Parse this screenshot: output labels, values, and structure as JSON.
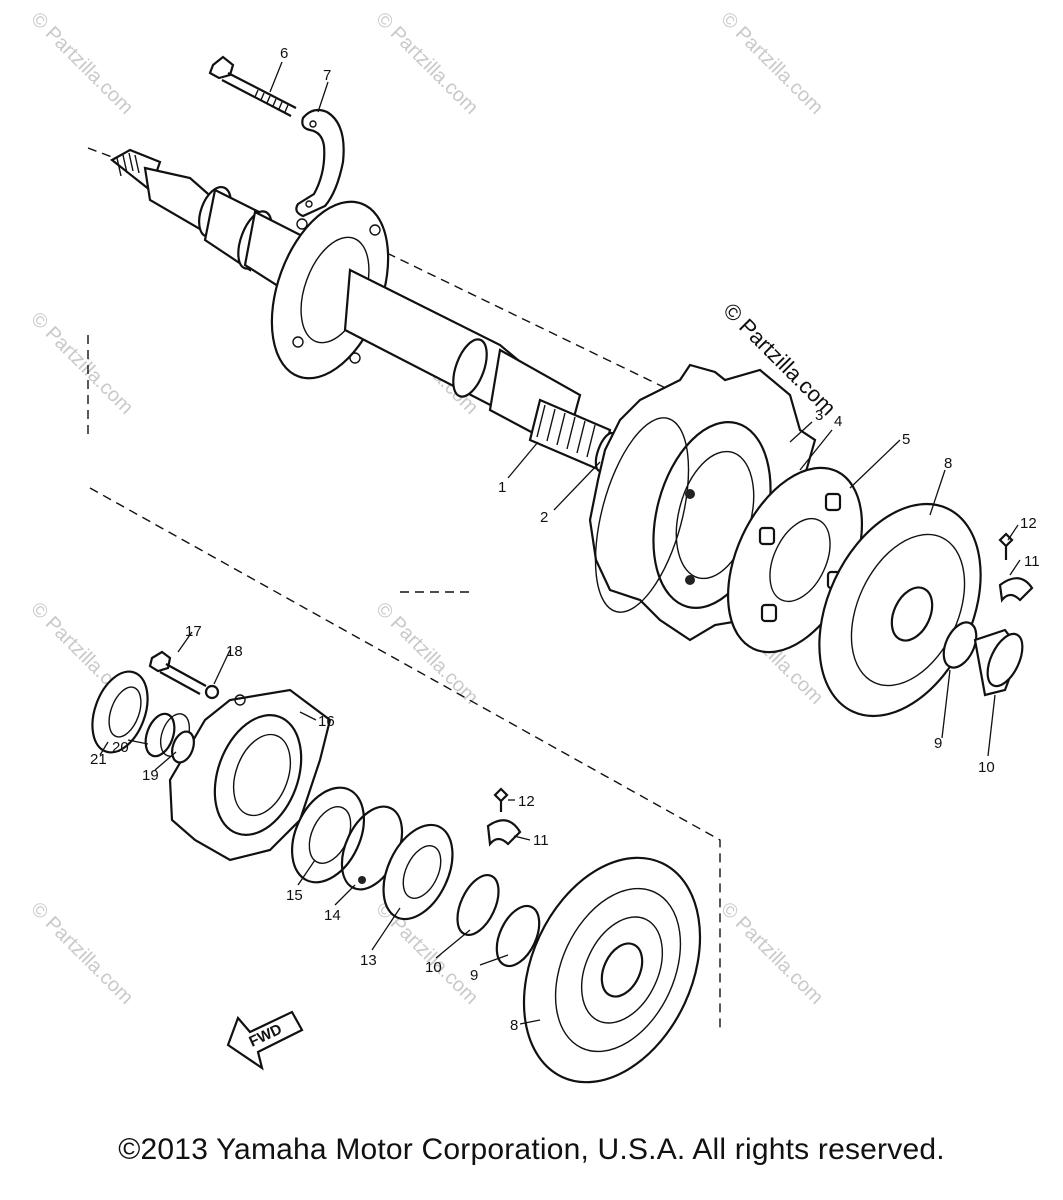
{
  "watermark": "© Partzilla.com",
  "watermark_prominent": "© Partzilla.com",
  "callouts": {
    "p1": "1",
    "p2": "2",
    "p3": "3",
    "p4": "4",
    "p5": "5",
    "p6": "6",
    "p7": "7",
    "p8a": "8",
    "p8b": "8",
    "p9a": "9",
    "p9b": "9",
    "p10a": "10",
    "p10b": "10",
    "p11a": "11",
    "p11b": "11",
    "p12a": "12",
    "p12b": "12",
    "p13": "13",
    "p14": "14",
    "p15": "15",
    "p16": "16",
    "p17": "17",
    "p18": "18",
    "p19": "19",
    "p20": "20",
    "p21": "21"
  },
  "fwd_label": "FWD",
  "copyright": "©2013 Yamaha Motor Corporation, U.S.A. All rights reserved."
}
